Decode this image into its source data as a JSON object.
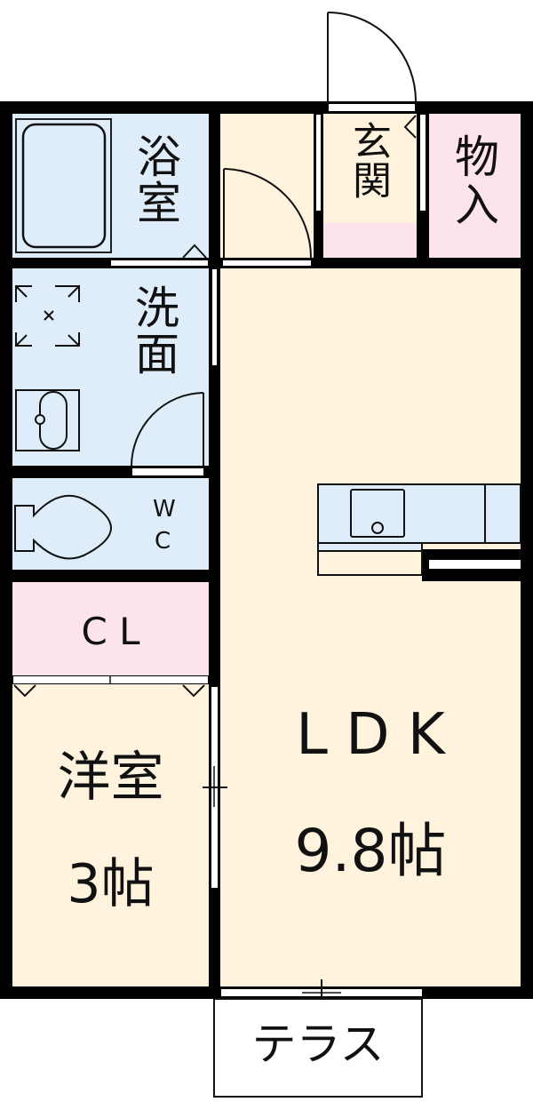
{
  "floor_plan": {
    "colors": {
      "wet_area": "#deedf9",
      "living": "#fff3de",
      "storage": "#fde3ea",
      "wall": "#000000",
      "background": "#ffffff"
    },
    "rooms": {
      "bath": {
        "label": "浴室"
      },
      "washroom": {
        "label": "洗面"
      },
      "toilet": {
        "label_top": "W",
        "label_bottom": "C"
      },
      "closet": {
        "label": "C L"
      },
      "western_room": {
        "label": "洋室",
        "size": "3帖"
      },
      "entrance": {
        "label": "玄関"
      },
      "storage": {
        "label": "物入"
      },
      "ldk": {
        "label": "L D K",
        "size": "9.8帖"
      },
      "terrace": {
        "label": "テラス"
      }
    }
  }
}
